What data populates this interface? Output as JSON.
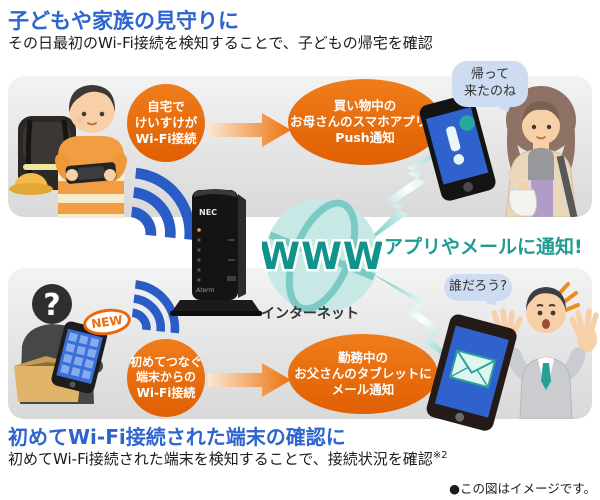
{
  "header": {
    "title": "子どもや家族の見守りに",
    "subtitle": "その日最初のWi-Fi接続を検知することで、子どもの帰宅を確認"
  },
  "footer": {
    "title": "初めてWi-Fi接続された端末の確認に",
    "subtitle": "初めてWi-Fi接続された端末を検知することで、接続状況を確認",
    "note_mark": "※2",
    "disclaimer": "●この図はイメージです。"
  },
  "diagram": {
    "top_flow": {
      "trigger_lines": [
        "自宅で",
        "けいすけが",
        "Wi-Fi接続"
      ],
      "result_lines": [
        "買い物中の",
        "お母さんのスマホアプリに",
        "Push通知"
      ],
      "speech_lines": [
        "帰って",
        "来たのね"
      ]
    },
    "bottom_flow": {
      "new_badge": "NEW",
      "unknown_mark": "?",
      "trigger_lines": [
        "初めてつなぐ",
        "端末からの",
        "Wi-Fi接続"
      ],
      "result_lines": [
        "勤務中の",
        "お父さんのタブレットに",
        "メール通知"
      ],
      "speech": "誰だろう?"
    },
    "center": {
      "globe_label": "WWW",
      "internet_label": "インターネット",
      "notify_label": "アプリやメールに通知!",
      "router_brand": "NEC",
      "router_model": "Aterm"
    },
    "colors": {
      "accent_orange": "#e8690b",
      "accent_teal": "#1f9c93",
      "wifi_blue": "#2a5cc6",
      "heading_blue": "#2e64cd"
    }
  }
}
